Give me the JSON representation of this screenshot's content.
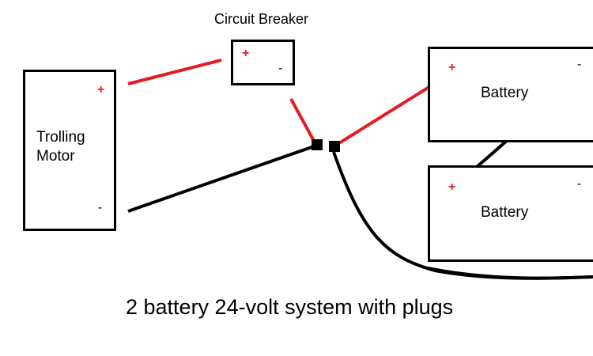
{
  "title": "2 battery 24-volt system with plugs",
  "components": {
    "motor": {
      "label_line1": "Trolling",
      "label_line2": "Motor",
      "positive": "+",
      "negative": "-"
    },
    "breaker": {
      "label": "Circuit Breaker",
      "positive": "+",
      "negative": "-"
    },
    "battery_top": {
      "label": "Battery",
      "positive": "+",
      "negative": "-"
    },
    "battery_bottom": {
      "label": "Battery",
      "positive": "+",
      "negative": "-"
    }
  },
  "colors": {
    "positive_wire": "#e41d24",
    "negative_wire": "#000000",
    "outline": "#000000"
  }
}
